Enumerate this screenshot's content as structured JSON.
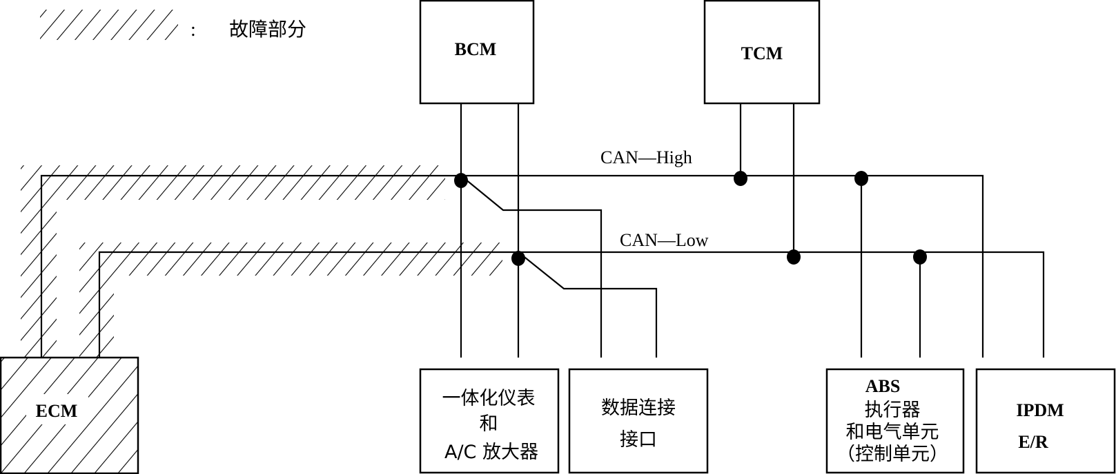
{
  "legend": {
    "separator": ":",
    "label": "故障部分"
  },
  "bus": {
    "high_label": "CAN—High",
    "low_label": "CAN—Low"
  },
  "modules": {
    "bcm": {
      "lines": [
        "BCM"
      ]
    },
    "tcm": {
      "lines": [
        "TCM"
      ]
    },
    "ecm": {
      "lines": [
        "ECM"
      ],
      "faulty": true
    },
    "meter": {
      "lines": [
        "一体化仪表",
        "和",
        "A/C 放大器"
      ]
    },
    "dlc": {
      "lines": [
        "数据连接",
        "接口"
      ]
    },
    "abs": {
      "lines": [
        "ABS",
        "执行器",
        "和电气单元",
        "（控制单元）"
      ]
    },
    "ipdm": {
      "lines": [
        "IPDM",
        "E/R"
      ]
    }
  },
  "colors": {
    "line": "#000000",
    "background": "#ffffff"
  }
}
